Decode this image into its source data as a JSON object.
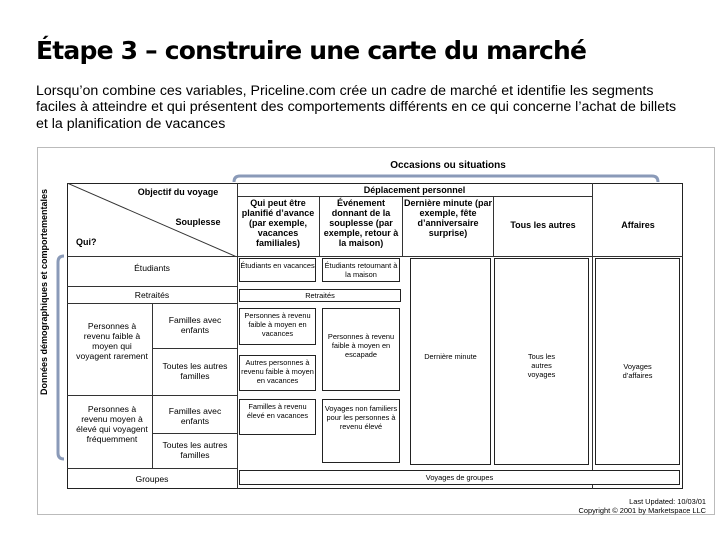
{
  "title": "Étape 3 – construire une carte du marché",
  "subtitle": "Lorsqu’on combine ces variables, Priceline.com crée un cadre de marché et identifie les segments faciles à atteindre et qui présentent des comportements différents en ce qui concerne l’achat de billets et la planification de vacances",
  "diagram": {
    "occasions_label": "Occasions ou situations",
    "demographics_label": "Données démographiques et comportementales",
    "corner": {
      "objectif": "Objectif du voyage",
      "souplesse": "Souplesse",
      "qui": "Qui?"
    },
    "deplacement_personnel": "Déplacement personnel",
    "col_headers": [
      "Qui peut être planifié d’avance (par exemple, vacances familiales)",
      "Événement donnant de la souplesse (par exemple, retour à la maison)",
      "Dernière minute (par exemple, fête d’anniversaire surprise)",
      "Tous les autres",
      "Affaires"
    ],
    "rows": {
      "etudiants": "Étudiants",
      "retraites": "Retraités",
      "revenu_faible": "Personnes à revenu faible à moyen qui voyagent rarement",
      "revenu_eleve": "Personnes à revenu moyen à élevé qui voyagent fréquemment",
      "familles_enfants": "Familles avec enfants",
      "autres_familles": "Toutes les autres familles",
      "familles_enfants_2": "Familles avec enfants",
      "autres_familles_2": "Toutes les autres familles",
      "groupes": "Groupes"
    },
    "segments": {
      "etudiants_vacances": "Étudiants en vacances",
      "etudiants_retour": "Étudiants retournant à la maison",
      "retraites": "Retraités",
      "familles_faible": "Personnes à revenu faible à moyen en vacances",
      "autres_faible": "Autres personnes à revenu faible à moyen en vacances",
      "revenu_faible_escapade": "Personnes à revenu faible à moyen en escapade",
      "familles_eleve": "Familles à revenu élevé en vacances",
      "voyages_non_familiers": "Voyages non familiers pour les personnes à revenu élevé",
      "derniere_minute": "Dernière minute",
      "tous_autres_voyages": "Tous les autres voyages",
      "voyages_affaires": "Voyages d’affaires",
      "voyages_groupes": "Voyages de groupes"
    }
  },
  "footer": {
    "updated": "Last Updated: 10/03/01",
    "copyright": "Copyright © 2001 by Marketspace LLC"
  }
}
